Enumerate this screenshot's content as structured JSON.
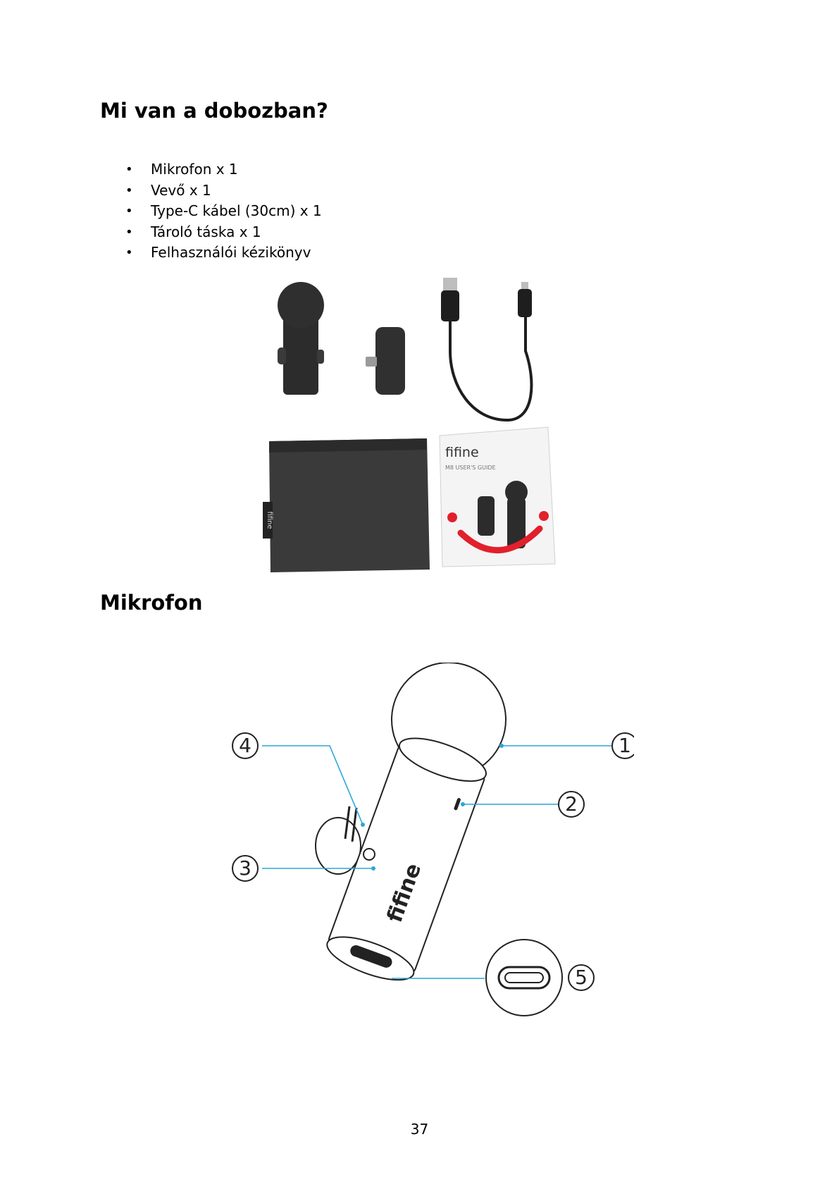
{
  "section1": {
    "title": "Mi van a dobozban?",
    "items": [
      "Mikrofon x 1",
      "Vevő x 1",
      "Type-C kábel (30cm) x 1",
      "Tároló táska x 1",
      "Felhasználói kézikönyv"
    ]
  },
  "photo": {
    "brand_logo": "fifine",
    "guide_title": "M8 USER'S GUIDE",
    "pouch_logo": "fifine"
  },
  "section2": {
    "title": "Mikrofon"
  },
  "diagram": {
    "brand_logo": "fifine",
    "callouts": [
      "1",
      "2",
      "3",
      "4",
      "5"
    ]
  },
  "footer": {
    "page_number": "37"
  },
  "colors": {
    "callout_line": "#2aa7d8",
    "guide_accent": "#e2202c"
  }
}
